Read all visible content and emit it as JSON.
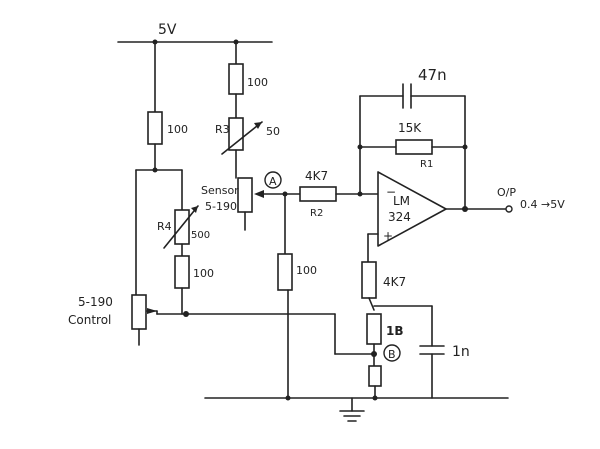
{
  "supply": {
    "label": "5V"
  },
  "resistors": {
    "r_left_top": "100",
    "r_r3_top": "100",
    "r3_name": "R3",
    "r3_value": "50",
    "r4_name": "R4",
    "r4_value": "500",
    "r_left_mid": "100",
    "r_mid_vertical": "100",
    "r2_value": "4K7",
    "r2_name": "R2",
    "r1_value": "15K",
    "r1_name": "R1",
    "r_noninv": "4K7",
    "r_bottom": "1B"
  },
  "capacitors": {
    "feedback": "47n",
    "bottom": "1n"
  },
  "opamp": {
    "line1": "LM",
    "line2": "324",
    "minus": "−",
    "plus": "+"
  },
  "sensor": {
    "line1": "Sensor",
    "line2": "5-190"
  },
  "control": {
    "line1": "5-190",
    "line2": "Control"
  },
  "output": {
    "label": "O/P",
    "range": "0.4 →5V"
  },
  "nodes": {
    "a": "A",
    "b": "B"
  }
}
